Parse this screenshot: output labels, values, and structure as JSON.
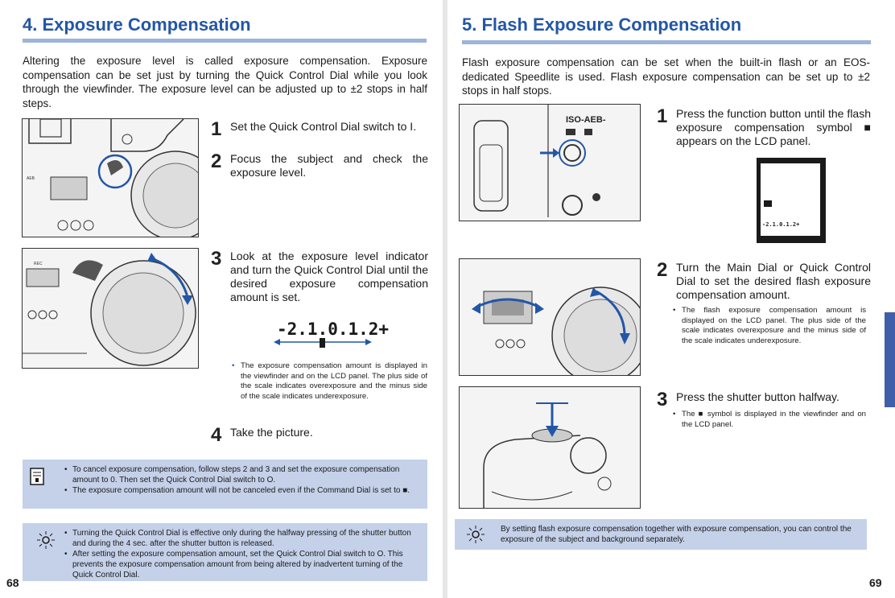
{
  "left": {
    "title": "4. Exposure Compensation",
    "intro": "Altering the exposure level is called exposure compensation. Exposure compensation can be set just by turning the Quick Control Dial while you look through the viewfinder. The exposure level can be adjusted up to ±2 stops in half steps.",
    "steps": [
      {
        "num": "1",
        "text": "Set the Quick Control Dial switch to I."
      },
      {
        "num": "2",
        "text": "Focus the subject and check the exposure level."
      },
      {
        "num": "3",
        "text": "Look at the exposure level indicator and turn the Quick Control Dial until the desired exposure compensation amount is set."
      },
      {
        "num": "4",
        "text": "Take the picture."
      }
    ],
    "scale_display": "-2.1.0.1.2+",
    "bullet": "The exposure compensation amount is displayed in the viewfinder and on the LCD panel. The plus side of the scale indicates overexposure and the minus side of the scale indicates underexposure.",
    "note1": [
      "To cancel exposure compensation, follow steps 2 and 3 and set the exposure compensation amount to 0. Then set the Quick Control Dial switch to O.",
      "The exposure compensation amount will not be canceled even if the Command Dial is set to ■."
    ],
    "note2": [
      "Turning the Quick Control Dial is effective only during the halfway pressing of the shutter button and during the 4 sec. after the shutter button is released.",
      "After setting the exposure compensation amount, set the Quick Control Dial switch to O. This prevents the exposure compensation amount from being altered by inadvertent turning of the Quick Control Dial."
    ],
    "page_number": "68"
  },
  "right": {
    "title": "5. Flash Exposure Compensation",
    "intro": "Flash exposure compensation can be set when the built-in flash or an EOS-dedicated Speedlite is used. Flash exposure compensation can be set up to ±2 stops in half stops.",
    "steps": [
      {
        "num": "1",
        "text": "Press the function button until the flash exposure compensation symbol ■ appears on the LCD panel."
      },
      {
        "num": "2",
        "text": "Turn the Main Dial or Quick Control Dial to set the desired flash exposure compensation amount."
      },
      {
        "num": "3",
        "text": "Press the shutter button halfway."
      }
    ],
    "lcd_scale": "-2.1.0.1.2+",
    "iso_label": "ISO-AEB-",
    "bullet2": "The flash exposure compensation amount is displayed on the LCD panel. The plus side of the scale indicates overexposure and the minus side of the scale indicates underexposure.",
    "bullet3": "The ■ symbol is displayed in the viewfinder and on the LCD panel.",
    "note": "By setting flash exposure compensation together with exposure compensation, you can control the exposure of the subject and background separately.",
    "page_number": "69"
  },
  "colors": {
    "title": "#2356a6",
    "rule": "#9db3d9",
    "note_bg": "#c4d1e9",
    "side_tab": "#3f5fa8"
  },
  "icons": [
    "memo-icon",
    "tip-sun-icon",
    "camera-illustration",
    "dial-illustration",
    "arrow-icon"
  ]
}
